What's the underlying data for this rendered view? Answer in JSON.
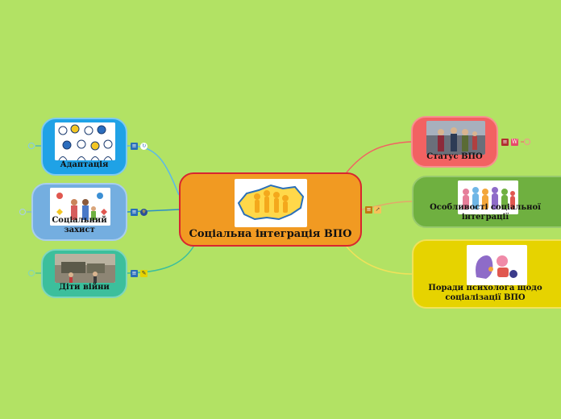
{
  "center": {
    "title": "Соціальна інтеграція ВПО"
  },
  "left": [
    {
      "id": "adapt",
      "label": "Адаптація"
    },
    {
      "id": "social",
      "label": "Соціальний захист"
    },
    {
      "id": "kids",
      "label": "Діти війни"
    }
  ],
  "right": [
    {
      "id": "status",
      "label": "Статус ВПО"
    },
    {
      "id": "features",
      "label": "Особливості соціальної інтеграції"
    },
    {
      "id": "advice",
      "label": "Поради психолога щодо соціалізації ВПО"
    }
  ],
  "colors": {
    "background": "#b2e264",
    "center_fill": "#f19a22",
    "center_border": "#d8262f",
    "adapt": "#1fa2e6",
    "social": "#74aee0",
    "kids": "#3cbf9c",
    "status": "#f26262",
    "features": "#6fb040",
    "advice": "#e6d300"
  },
  "icons": {
    "note": "menu-icon",
    "link": "link-icon",
    "attachment": "attachment-icon",
    "collapse": "collapse-dot-icon"
  }
}
